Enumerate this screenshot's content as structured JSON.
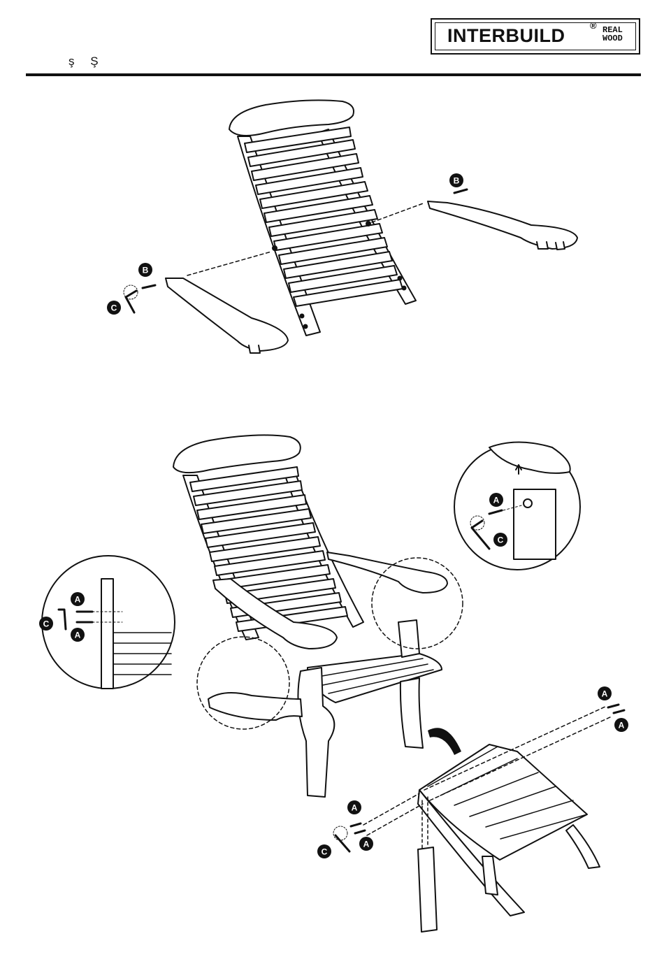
{
  "logo": {
    "brand": "INTERBUILD",
    "registered": "®",
    "sub_line1": "REAL",
    "sub_line2": "WOOD"
  },
  "header": {
    "char1": "ş",
    "char2": "Ş"
  },
  "callouts": {
    "step1_b_right": "B",
    "step1_b_left": "B",
    "step1_c_left": "C",
    "detail_right_a": "A",
    "detail_right_c": "C",
    "detail_left_a1": "A",
    "detail_left_a2": "A",
    "detail_left_c": "C",
    "footrest_a1": "A",
    "footrest_a2": "A",
    "legs_a1": "A",
    "legs_a2": "A",
    "legs_c": "C"
  }
}
